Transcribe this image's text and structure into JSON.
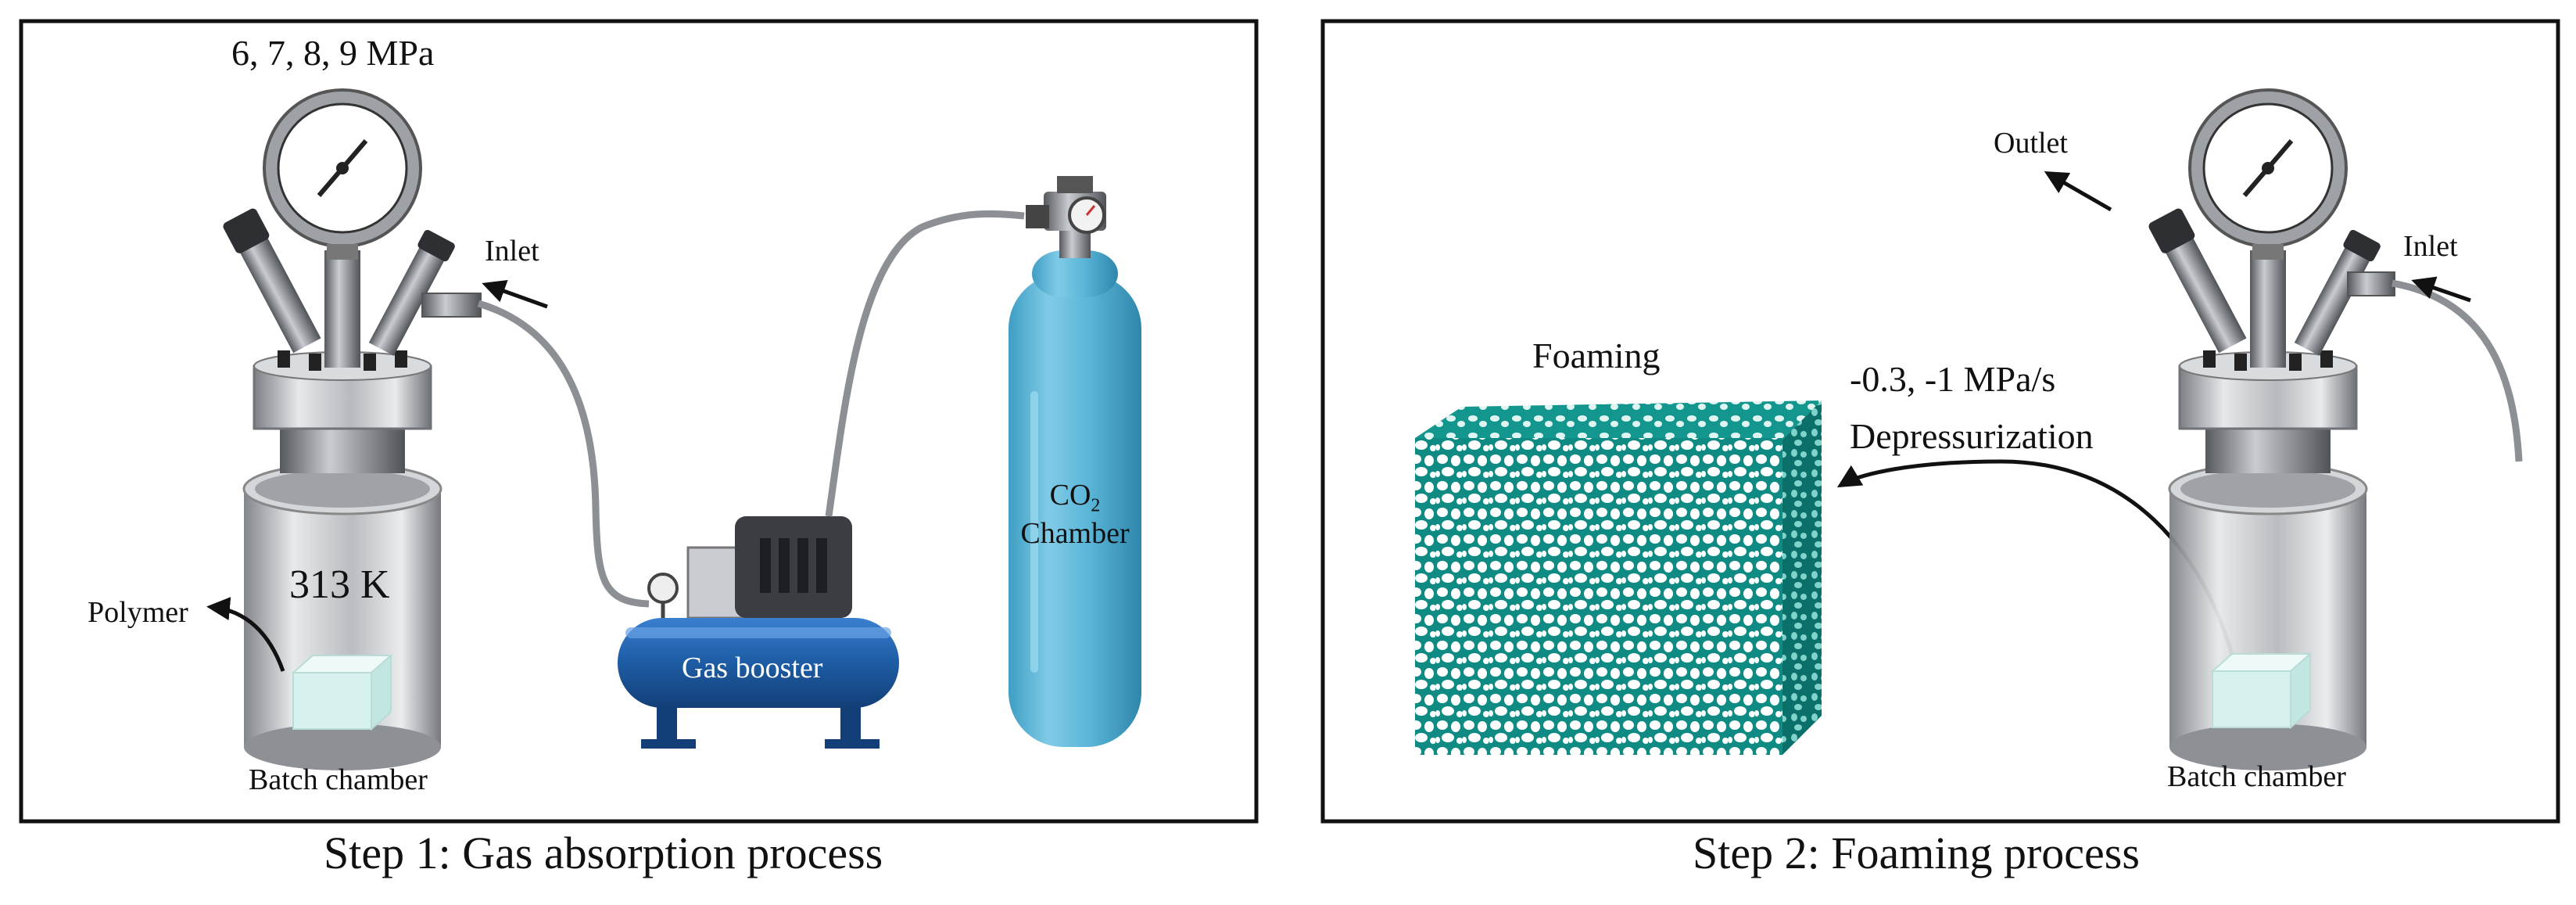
{
  "panel1": {
    "caption": "Step 1: Gas absorption process",
    "pressure_label": "6, 7, 8, 9 MPa",
    "inlet_label": "Inlet",
    "temperature_label": "313 K",
    "polymer_label": "Polymer",
    "chamber_label": "Batch chamber",
    "booster_label": "Gas booster",
    "cylinder_label": {
      "formula_main": "CO",
      "formula_sub": "2",
      "line2": "Chamber"
    }
  },
  "panel2": {
    "caption": "Step 2: Foaming process",
    "outlet_label": "Outlet",
    "inlet_label": "Inlet",
    "foam_label": "Foaming",
    "rate_label": "-0.3, -1 MPa/s",
    "process_label": "Depressurization",
    "chamber_label": "Batch chamber"
  },
  "colors": {
    "frame": "#111111",
    "booster_blue": "#1f5fa8",
    "cylinder_blue": "#5bb6d8",
    "foam_teal": "#18a39a",
    "polymer_cube": "#d7f2ee",
    "steel": "#b9bcc0"
  }
}
